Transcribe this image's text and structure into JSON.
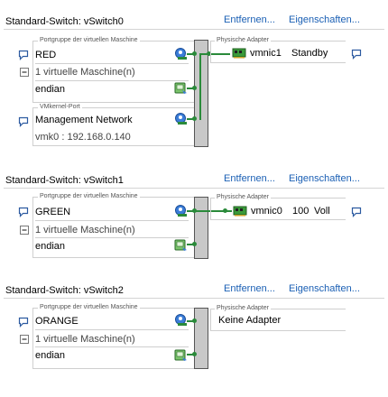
{
  "switches": [
    {
      "title": "Standard-Switch: vSwitch0",
      "remove_label": "Entfernen...",
      "properties_label": "Eigenschaften...",
      "vm_group_legend": "Portgruppe der virtuellen Maschine",
      "portgroup_name": "RED",
      "vm_count": "1 virtuelle Maschine(n)",
      "vm_name": "endian",
      "vmkernel_legend": "VMkernel-Port",
      "vmkernel_name": "Management Network",
      "vmkernel_ip": "vmk0 : 192.168.0.140",
      "adapter_legend": "Physische Adapter",
      "adapter_name": "vmnic1",
      "adapter_status": "Standby"
    },
    {
      "title": "Standard-Switch: vSwitch1",
      "remove_label": "Entfernen...",
      "properties_label": "Eigenschaften...",
      "vm_group_legend": "Portgruppe der virtuellen Maschine",
      "portgroup_name": "GREEN",
      "vm_count": "1 virtuelle Maschine(n)",
      "vm_name": "endian",
      "adapter_legend": "Physische Adapter",
      "adapter_name": "vmnic0",
      "adapter_speed": "100",
      "adapter_duplex": "Voll"
    },
    {
      "title": "Standard-Switch: vSwitch2",
      "remove_label": "Entfernen...",
      "properties_label": "Eigenschaften...",
      "vm_group_legend": "Portgruppe der virtuellen Maschine",
      "portgroup_name": "ORANGE",
      "vm_count": "1 virtuelle Maschine(n)",
      "vm_name": "endian",
      "adapter_legend": "Physische Adapter",
      "no_adapter_label": "Keine Adapter"
    }
  ],
  "colors": {
    "link": "#1a5fb4",
    "connector": "#2a8a3a",
    "switch_bar": "#c8c8c8"
  },
  "icons": [
    "speech-bubble-icon",
    "collapse-icon",
    "port-info-icon",
    "vm-icon",
    "nic-icon"
  ]
}
